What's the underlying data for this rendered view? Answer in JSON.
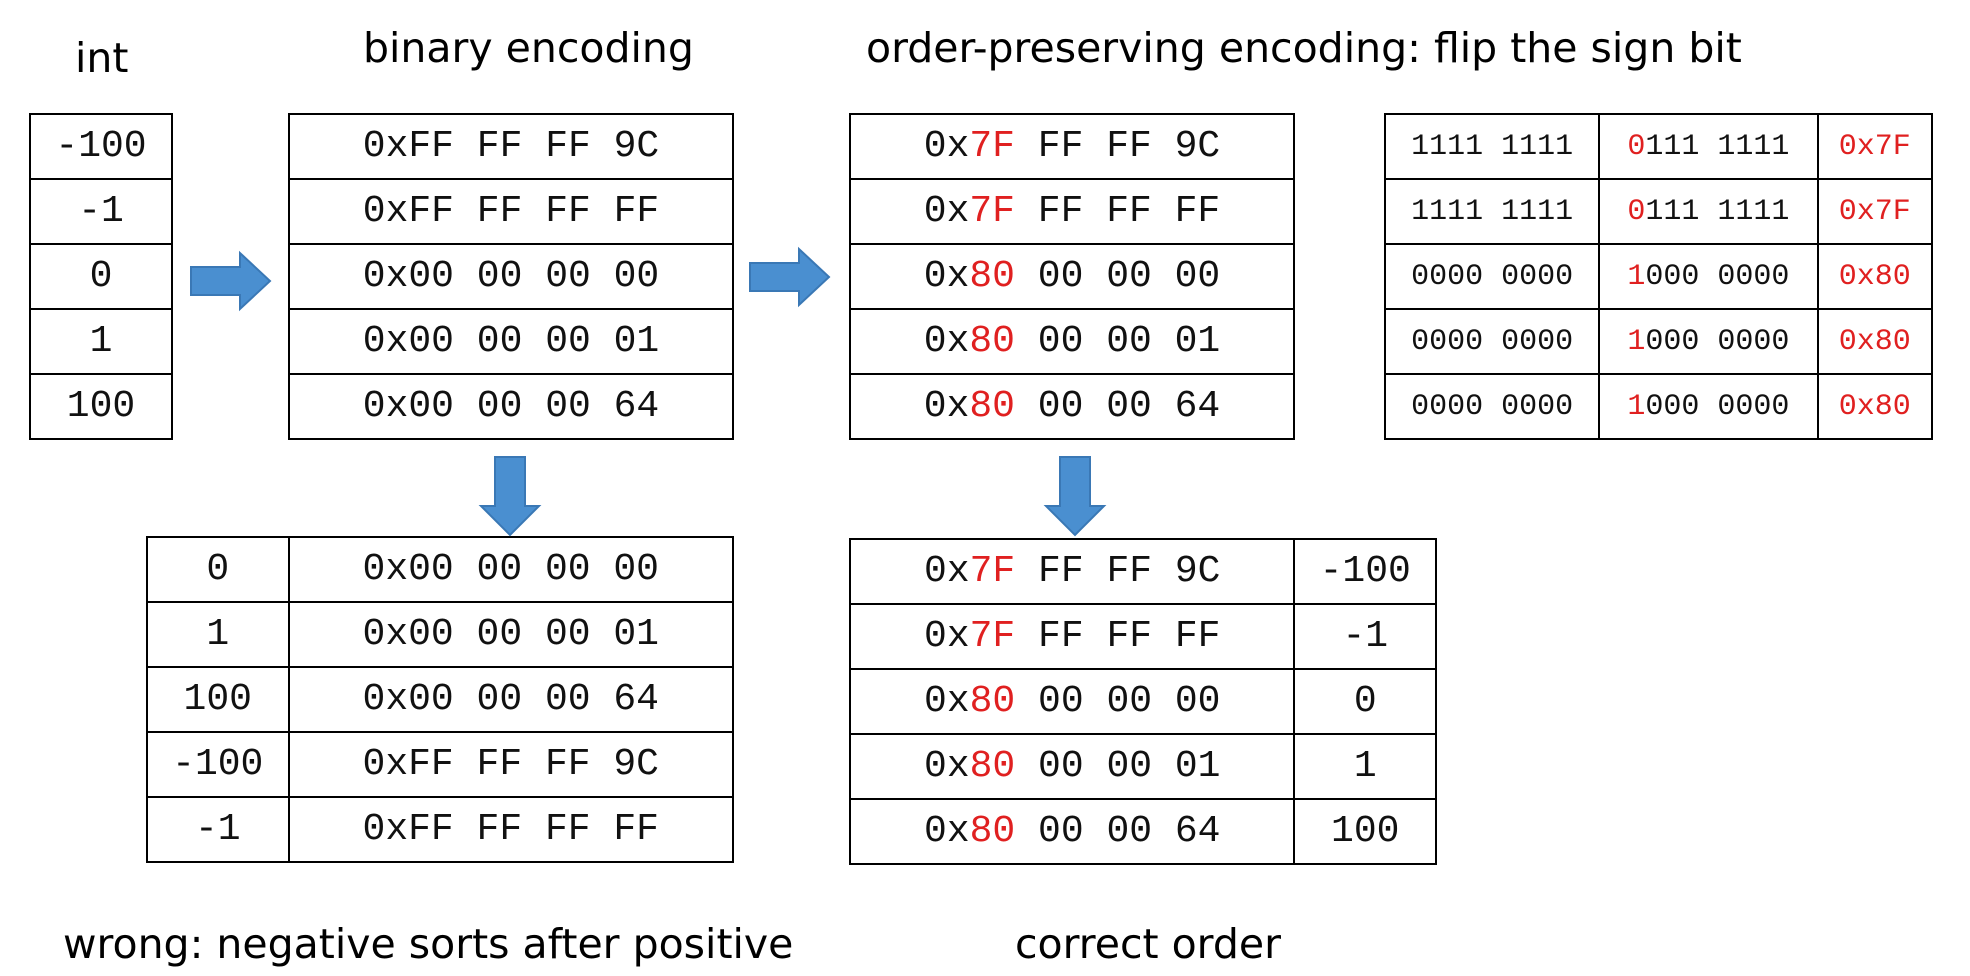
{
  "labels": {
    "int": "int",
    "binary": "binary encoding",
    "order_preserving": "order-preserving encoding: flip the sign bit",
    "wrong": "wrong: negative sorts after positive",
    "correct": "correct order"
  },
  "colors": {
    "arrow": "#4a8fd0",
    "highlight": "#e02020",
    "border": "#000000"
  },
  "int_table": [
    "-100",
    "-1",
    "0",
    "1",
    "100"
  ],
  "binary_table": [
    "0xFF FF FF 9C",
    "0xFF FF FF FF",
    "0x00 00 00 00",
    "0x00 00 00 01",
    "0x00 00 00 64"
  ],
  "flipped_table": [
    {
      "prefix": "0x",
      "msb": "7F",
      "rest": " FF FF 9C"
    },
    {
      "prefix": "0x",
      "msb": "7F",
      "rest": " FF FF FF"
    },
    {
      "prefix": "0x",
      "msb": "80",
      "rest": " 00 00 00"
    },
    {
      "prefix": "0x",
      "msb": "80",
      "rest": " 00 00 01"
    },
    {
      "prefix": "0x",
      "msb": "80",
      "rest": " 00 00 64"
    }
  ],
  "bit_table": [
    {
      "orig": "1111 1111",
      "flip_bit": "0",
      "flip_rest": "111 1111",
      "hex": "0x7F"
    },
    {
      "orig": "1111 1111",
      "flip_bit": "0",
      "flip_rest": "111 1111",
      "hex": "0x7F"
    },
    {
      "orig": "0000 0000",
      "flip_bit": "1",
      "flip_rest": "000 0000",
      "hex": "0x80"
    },
    {
      "orig": "0000 0000",
      "flip_bit": "1",
      "flip_rest": "000 0000",
      "hex": "0x80"
    },
    {
      "orig": "0000 0000",
      "flip_bit": "1",
      "flip_rest": "000 0000",
      "hex": "0x80"
    }
  ],
  "wrong_table": [
    {
      "value": "0",
      "enc": "0x00 00 00 00"
    },
    {
      "value": "1",
      "enc": "0x00 00 00 01"
    },
    {
      "value": "100",
      "enc": "0x00 00 00 64"
    },
    {
      "value": "-100",
      "enc": "0xFF FF FF 9C"
    },
    {
      "value": "-1",
      "enc": "0xFF FF FF FF"
    }
  ],
  "correct_table": [
    {
      "prefix": "0x",
      "msb": "7F",
      "rest": " FF FF 9C",
      "value": "-100"
    },
    {
      "prefix": "0x",
      "msb": "7F",
      "rest": " FF FF FF",
      "value": "-1"
    },
    {
      "prefix": "0x",
      "msb": "80",
      "rest": " 00 00 00",
      "value": "0"
    },
    {
      "prefix": "0x",
      "msb": "80",
      "rest": " 00 00 01",
      "value": "1"
    },
    {
      "prefix": "0x",
      "msb": "80",
      "rest": " 00 00 64",
      "value": "100"
    }
  ]
}
